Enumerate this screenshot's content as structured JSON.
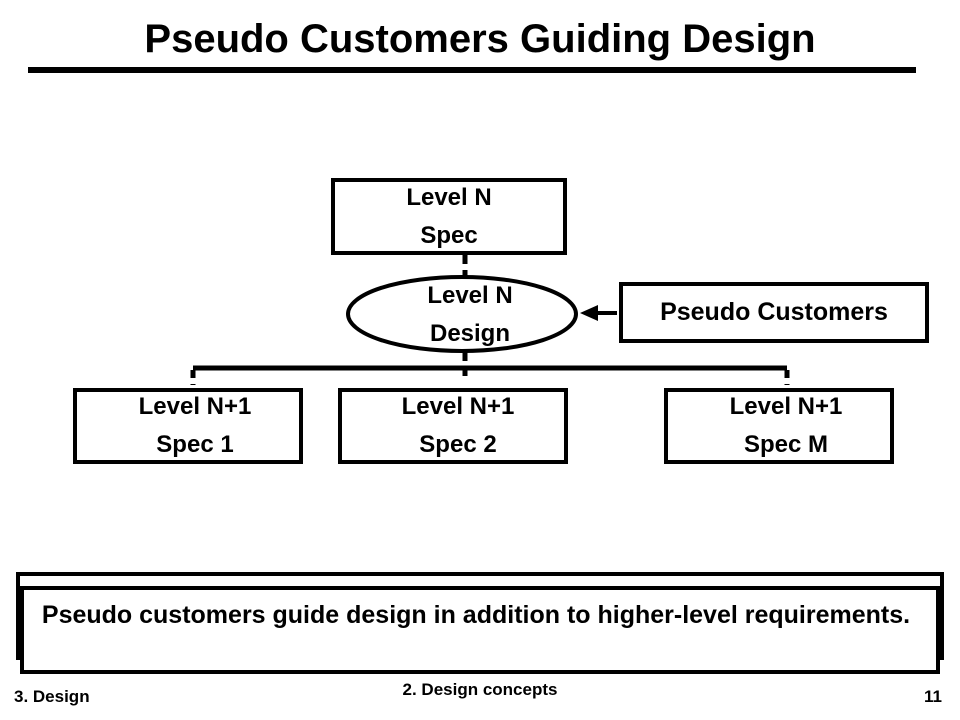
{
  "slide": {
    "title": "Pseudo Customers Guiding Design",
    "summary": "Pseudo customers guide design in addition to higher-level requirements.",
    "footer_left": "3. Design",
    "footer_center": "2. Design concepts",
    "page_number": "11"
  },
  "diagram": {
    "spec_node": "Level N\nSpec",
    "design_node": "Level N\nDesign",
    "pseudo_customers_node": "Pseudo Customers",
    "child_nodes": [
      "Level N+1\nSpec 1",
      "Level N+1\nSpec 2",
      "Level N+1\nSpec M"
    ]
  }
}
